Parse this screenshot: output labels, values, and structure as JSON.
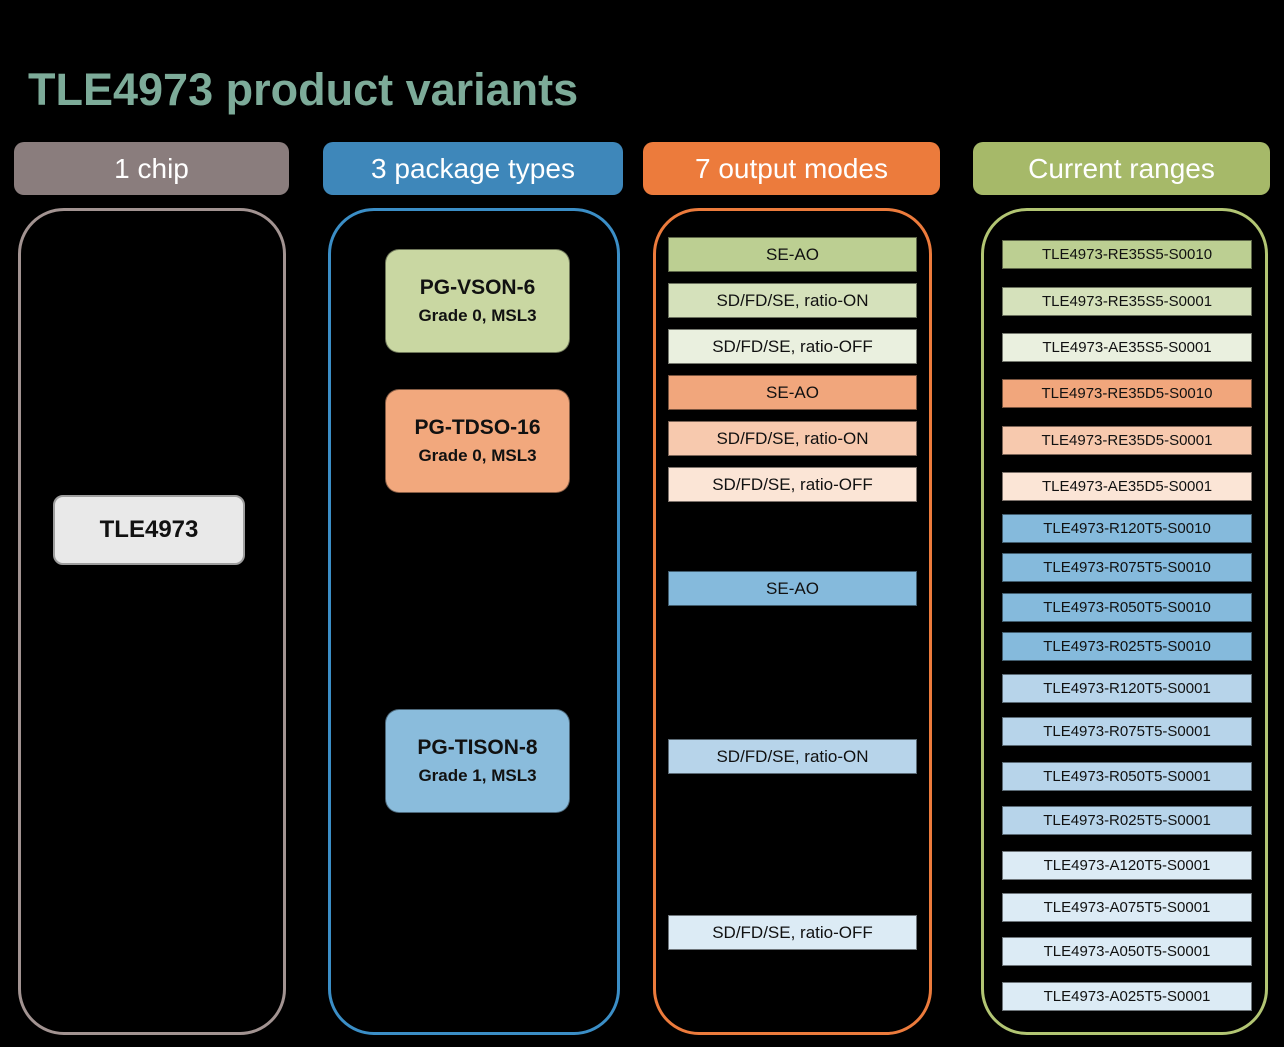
{
  "title": "TLE4973 product variants",
  "palette": {
    "background": "#000000",
    "title_text": "#7dab99",
    "header_chip": "#8a7d7d",
    "header_packages": "#3e87ba",
    "header_outputs": "#ec7b3c",
    "header_ranges": "#a6b969",
    "green_dark": "#bccf92",
    "green_mid": "#d5e1bb",
    "green_light": "#eaf0df",
    "salmon_dark": "#f1a67c",
    "salmon_mid": "#f7c9ae",
    "salmon_light": "#fbe5d6",
    "blue_dark": "#85badc",
    "blue_mid": "#b7d4ea",
    "blue_light": "#dcebf5"
  },
  "columns": [
    {
      "header": "1 chip"
    },
    {
      "header": "3 package types"
    },
    {
      "header": "7 output modes"
    },
    {
      "header": "Current ranges"
    }
  ],
  "chip": {
    "label": "TLE4973"
  },
  "packages": [
    {
      "name": "PG-VSON-6",
      "grade": "Grade 0, MSL3"
    },
    {
      "name": "PG-TDSO-16",
      "grade": "Grade 0, MSL3"
    },
    {
      "name": "PG-TISON-8",
      "grade": "Grade 1, MSL3"
    }
  ],
  "output_modes": [
    {
      "label": "SE-AO"
    },
    {
      "label": "SD/FD/SE, ratio-ON"
    },
    {
      "label": "SD/FD/SE, ratio-OFF"
    },
    {
      "label": "SE-AO"
    },
    {
      "label": "SD/FD/SE, ratio-ON"
    },
    {
      "label": "SD/FD/SE, ratio-OFF"
    },
    {
      "label": "SE-AO"
    },
    {
      "label": "SD/FD/SE, ratio-ON"
    },
    {
      "label": "SD/FD/SE, ratio-OFF"
    }
  ],
  "current_ranges": [
    "TLE4973-RE35S5-S0010",
    "TLE4973-RE35S5-S0001",
    "TLE4973-AE35S5-S0001",
    "TLE4973-RE35D5-S0010",
    "TLE4973-RE35D5-S0001",
    "TLE4973-AE35D5-S0001",
    "TLE4973-R120T5-S0010",
    "TLE4973-R075T5-S0010",
    "TLE4973-R050T5-S0010",
    "TLE4973-R025T5-S0010",
    "TLE4973-R120T5-S0001",
    "TLE4973-R075T5-S0001",
    "TLE4973-R050T5-S0001",
    "TLE4973-R025T5-S0001",
    "TLE4973-A120T5-S0001",
    "TLE4973-A075T5-S0001",
    "TLE4973-A050T5-S0001",
    "TLE4973-A025T5-S0001"
  ]
}
